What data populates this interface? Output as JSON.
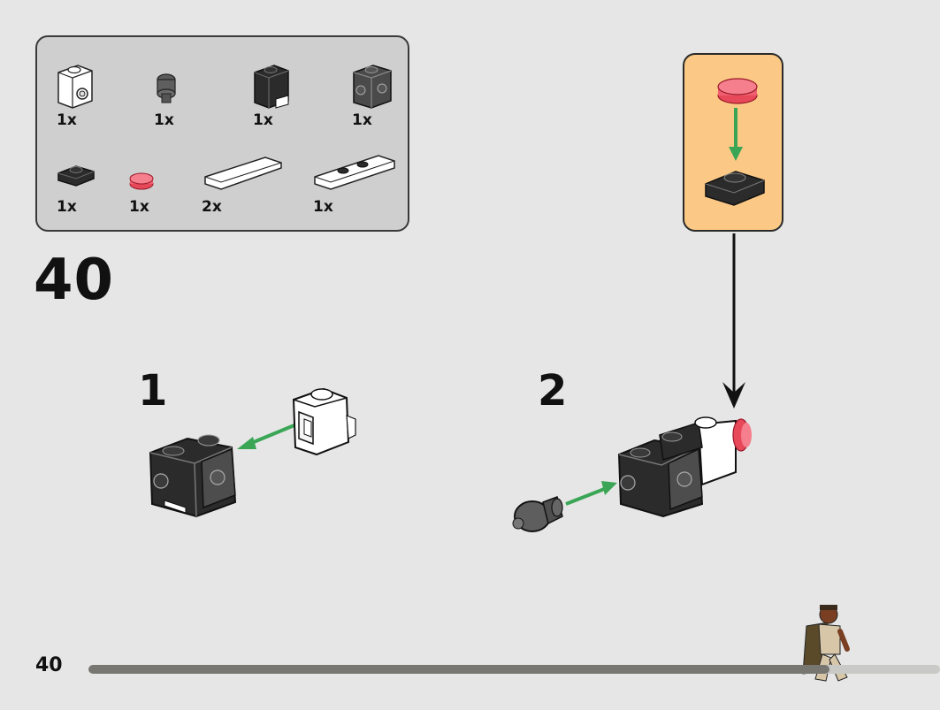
{
  "step": {
    "number": "40"
  },
  "parts": [
    {
      "name": "white-bracket-brick",
      "qty": "1x"
    },
    {
      "name": "dark-gray-cone-round",
      "qty": "1x"
    },
    {
      "name": "black-bracket-brick",
      "qty": "1x"
    },
    {
      "name": "dark-gray-studded-brick",
      "qty": "1x"
    },
    {
      "name": "black-plate-1x1",
      "qty": "1x"
    },
    {
      "name": "trans-red-round-tile",
      "qty": "1x"
    },
    {
      "name": "white-tile-long",
      "qty": "2x"
    },
    {
      "name": "white-plate-with-studs",
      "qty": "1x"
    }
  ],
  "substeps": [
    {
      "label": "1"
    },
    {
      "label": "2"
    }
  ],
  "page": {
    "number": "40",
    "progress": 0.87
  },
  "colors": {
    "background": "#e6e6e6",
    "parts_box": "#cfcfcf",
    "callout": "#fbc985",
    "arrow_green": "#3aa655",
    "progress_fill": "#777671"
  }
}
